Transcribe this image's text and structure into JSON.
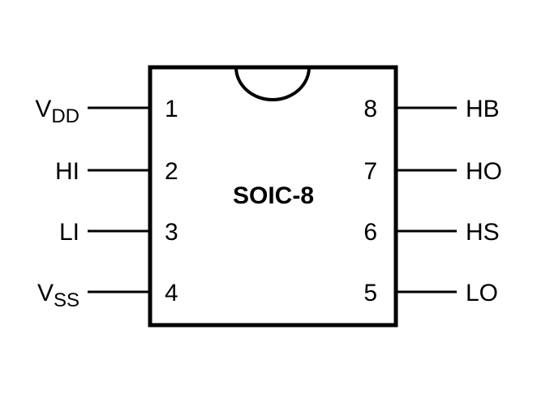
{
  "package": {
    "name": "SOIC-8",
    "outline_color": "#000000"
  },
  "pins": {
    "left": [
      {
        "number": "1",
        "label": "V",
        "sub": "DD"
      },
      {
        "number": "2",
        "label": "HI",
        "sub": ""
      },
      {
        "number": "3",
        "label": "LI",
        "sub": ""
      },
      {
        "number": "4",
        "label": "V",
        "sub": "SS"
      }
    ],
    "right": [
      {
        "number": "8",
        "label": "HB",
        "sub": ""
      },
      {
        "number": "7",
        "label": "HO",
        "sub": ""
      },
      {
        "number": "6",
        "label": "HS",
        "sub": ""
      },
      {
        "number": "5",
        "label": "LO",
        "sub": ""
      }
    ]
  }
}
